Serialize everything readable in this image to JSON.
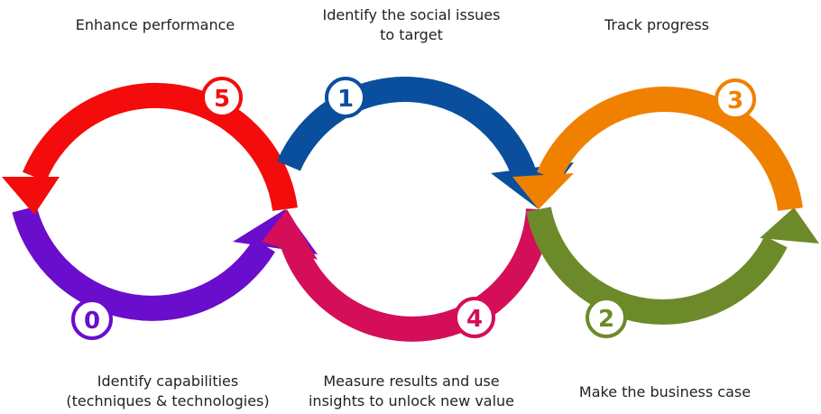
{
  "steps": [
    {
      "number": "0",
      "color": "#6a0dcc",
      "lines": [
        "Identify capabilities",
        "(techniques & technologies)"
      ]
    },
    {
      "number": "1",
      "color": "#0a4f9e",
      "lines": [
        "Identify the social issues",
        "to target"
      ]
    },
    {
      "number": "2",
      "color": "#6d8a2a",
      "lines": [
        "Make the business case"
      ]
    },
    {
      "number": "3",
      "color": "#f08000",
      "lines": [
        "Track progress"
      ]
    },
    {
      "number": "4",
      "color": "#d40e58",
      "lines": [
        "Measure results and use",
        "insights to unlock new value"
      ]
    },
    {
      "number": "5",
      "color": "#f40c0c",
      "lines": [
        "Enhance performance"
      ]
    }
  ]
}
